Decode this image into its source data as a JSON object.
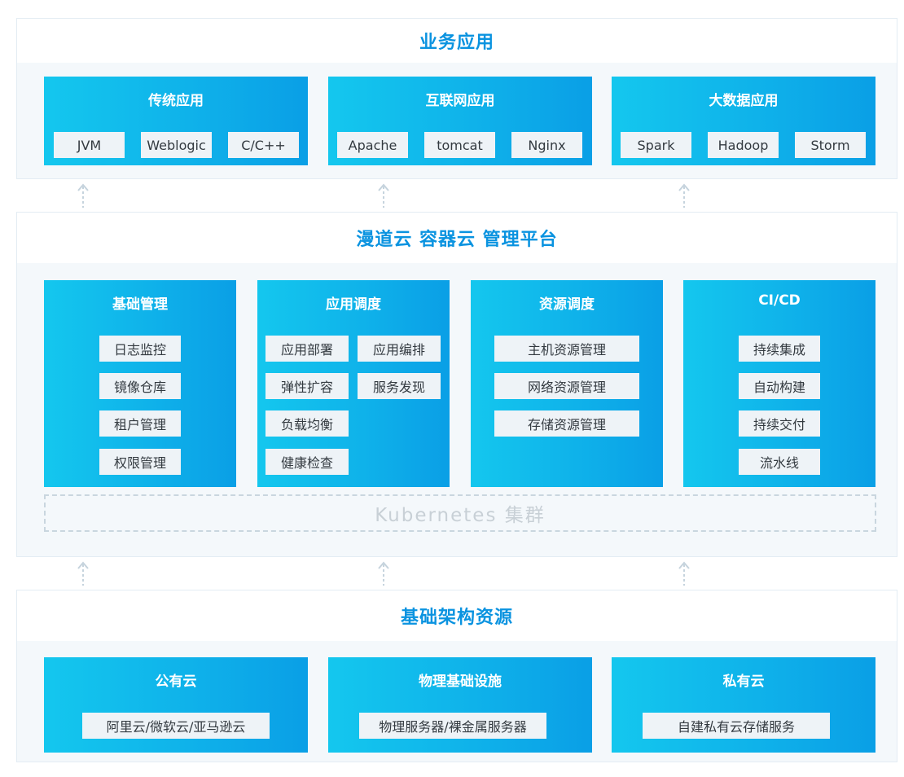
{
  "business": {
    "title": "业务应用",
    "groups": [
      {
        "title": "传统应用",
        "items": [
          "JVM",
          "Weblogic",
          "C/C++"
        ]
      },
      {
        "title": "互联网应用",
        "items": [
          "Apache",
          "tomcat",
          "Nginx"
        ]
      },
      {
        "title": "大数据应用",
        "items": [
          "Spark",
          "Hadoop",
          "Storm"
        ]
      }
    ]
  },
  "platform": {
    "title": "漫道云 容器云 管理平台",
    "groups": [
      {
        "title": "基础管理",
        "items": [
          "日志监控",
          "镜像仓库",
          "租户管理",
          "权限管理"
        ]
      },
      {
        "title": "应用调度",
        "items": [
          "应用部署",
          "应用编排",
          "弹性扩容",
          "服务发现",
          "负载均衡",
          "健康检查"
        ]
      },
      {
        "title": "资源调度",
        "items": [
          "主机资源管理",
          "网络资源管理",
          "存储资源管理"
        ]
      },
      {
        "title": "CI/CD",
        "items": [
          "持续集成",
          "自动构建",
          "持续交付",
          "流水线"
        ]
      }
    ],
    "cluster_label": "Kubernetes 集群"
  },
  "infra": {
    "title": "基础架构资源",
    "groups": [
      {
        "title": "公有云",
        "items": [
          "阿里云/微软云/亚马逊云"
        ]
      },
      {
        "title": "物理基础设施",
        "items": [
          "物理服务器/裸金属服务器"
        ]
      },
      {
        "title": "私有云",
        "items": [
          "自建私有云存储服务"
        ]
      }
    ]
  },
  "colors": {
    "accent_text": "#0a93e0",
    "card_gradient_start": "#14c7ee",
    "card_gradient_end": "#0a9fe6",
    "chip_bg": "#eef3f7",
    "arrow": "#c5d3dd"
  },
  "icons": {
    "connector": "dashed-up-arrow-icon"
  }
}
